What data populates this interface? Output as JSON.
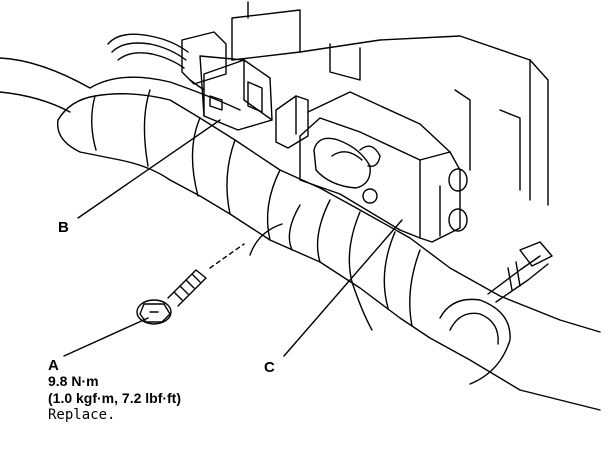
{
  "callouts": {
    "a": "A",
    "b": "B",
    "c": "C"
  },
  "spec": {
    "torque_nm": "9.8 N·m",
    "torque_alt": "(1.0 kgf·m, 7.2 lbf·ft)",
    "note": "Replace."
  },
  "colors": {
    "ink": "#000000",
    "paper": "#ffffff"
  }
}
